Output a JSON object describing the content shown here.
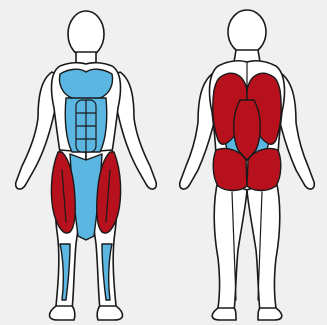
{
  "figures": [
    {
      "id": "front",
      "view": "anterior"
    },
    {
      "id": "back",
      "view": "posterior"
    }
  ],
  "muscle_groups": {
    "primary": {
      "color": "#b7111d",
      "front": [
        "quadriceps-left",
        "quadriceps-right"
      ],
      "back": [
        "latissimus-left",
        "latissimus-right",
        "erector-spinae",
        "gluteus-left",
        "gluteus-right"
      ]
    },
    "secondary": {
      "color": "#5bb6e2",
      "front": [
        "pectoralis",
        "rectus-abdominis",
        "obliques",
        "adductors",
        "tibialis"
      ],
      "back": [
        "lower-back"
      ]
    }
  },
  "colors": {
    "background": "#f0f0f0",
    "outline": "#1a1a1a",
    "skin": "#ffffff"
  }
}
